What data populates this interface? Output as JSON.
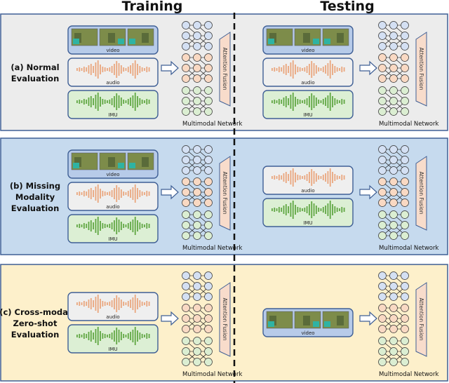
{
  "headers": {
    "training": "Training",
    "testing": "Testing"
  },
  "network_label": "Multimodal Network",
  "fusion_label": "Attention Fusion",
  "modality_labels": {
    "video": "video",
    "audio": "audio",
    "imu": "IMU"
  },
  "colors": {
    "border": "#3f5f95",
    "video": "#b7cbe9",
    "audio_wave": "#eaa77f",
    "imu_wave": "#62a845",
    "imu_box": "#dcefd4",
    "node_video": "#d4e0f3",
    "node_audio": "#f9d9c3",
    "node_imu": "#dbeed2",
    "fusion": "#f8dccb"
  },
  "panels": [
    {
      "label": [
        "(a) Normal",
        "Evaluation"
      ],
      "bg": "#ececec",
      "training": [
        "video",
        "audio",
        "imu"
      ],
      "testing": [
        "video",
        "audio",
        "imu"
      ]
    },
    {
      "label": [
        "(b) Missing",
        "Modality",
        "Evaluation"
      ],
      "bg": "#c6daee",
      "training": [
        "video",
        "audio",
        "imu"
      ],
      "testing": [
        "audio",
        "imu"
      ]
    },
    {
      "label": [
        "(c) Cross-modal",
        "Zero-shot",
        "Evaluation"
      ],
      "bg": "#fdf0cb",
      "training": [
        "audio",
        "imu"
      ],
      "testing": [
        "video"
      ]
    }
  ]
}
